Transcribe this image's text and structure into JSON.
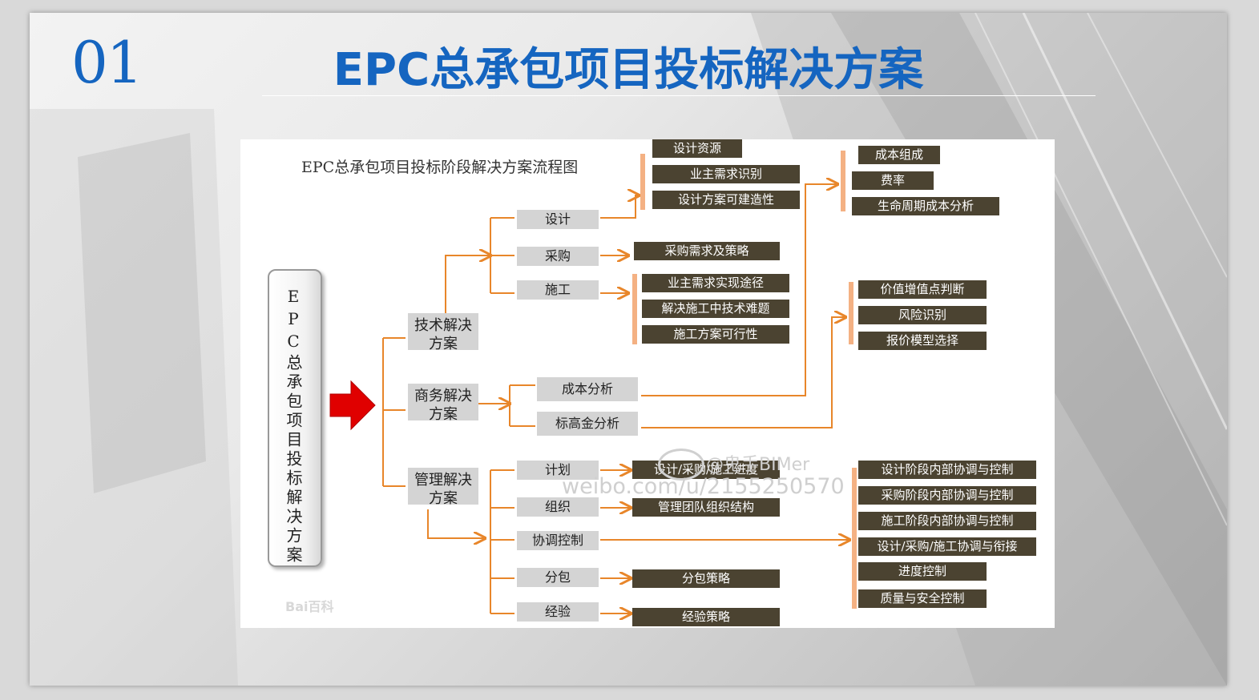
{
  "slide": {
    "number": "01",
    "title": "EPC总承包项目投标解决方案"
  },
  "diagram": {
    "title": "EPC总承包项目投标阶段解决方案流程图",
    "root": "EPC总承包项目投标解决方案",
    "solutions": {
      "tech": "技术解决方案",
      "business": "商务解决方案",
      "management": "管理解决方案"
    },
    "tech_items": [
      "设计",
      "采购",
      "施工"
    ],
    "design_details": [
      "设计资源",
      "业主需求识别",
      "设计方案可建造性"
    ],
    "procurement_details": [
      "采购需求及策略"
    ],
    "construction_details": [
      "业主需求实现途径",
      "解决施工中技术难题",
      "施工方案可行性"
    ],
    "business_items": [
      "成本分析",
      "标高金分析"
    ],
    "cost_details": [
      "成本组成",
      "费率",
      "生命周期成本分析"
    ],
    "markup_details": [
      "价值增值点判断",
      "风险识别",
      "报价模型选择"
    ],
    "mgmt_items": [
      "计划",
      "组织",
      "协调控制",
      "分包",
      "经验"
    ],
    "plan_details": [
      "设计/采购/施工进度"
    ],
    "org_details": [
      "管理团队组织结构"
    ],
    "coord_details": [
      "设计阶段内部协调与控制",
      "采购阶段内部协调与控制",
      "施工阶段内部协调与控制",
      "设计/采购/施工协调与衔接",
      "进度控制",
      "质量与安全控制"
    ],
    "subcontract_details": [
      "分包策略"
    ],
    "experience_details": [
      "经验策略"
    ]
  },
  "watermark": {
    "logo": "Bai百科",
    "handle": "@鬼手BIMer",
    "url": "weibo.com/u/2155250570"
  },
  "colors": {
    "title_blue": "#1565c0",
    "connector_orange": "#e8862a",
    "detail_box": "#4b4331",
    "item_box": "#d4d4d4",
    "arrow_red": "#e00000"
  }
}
